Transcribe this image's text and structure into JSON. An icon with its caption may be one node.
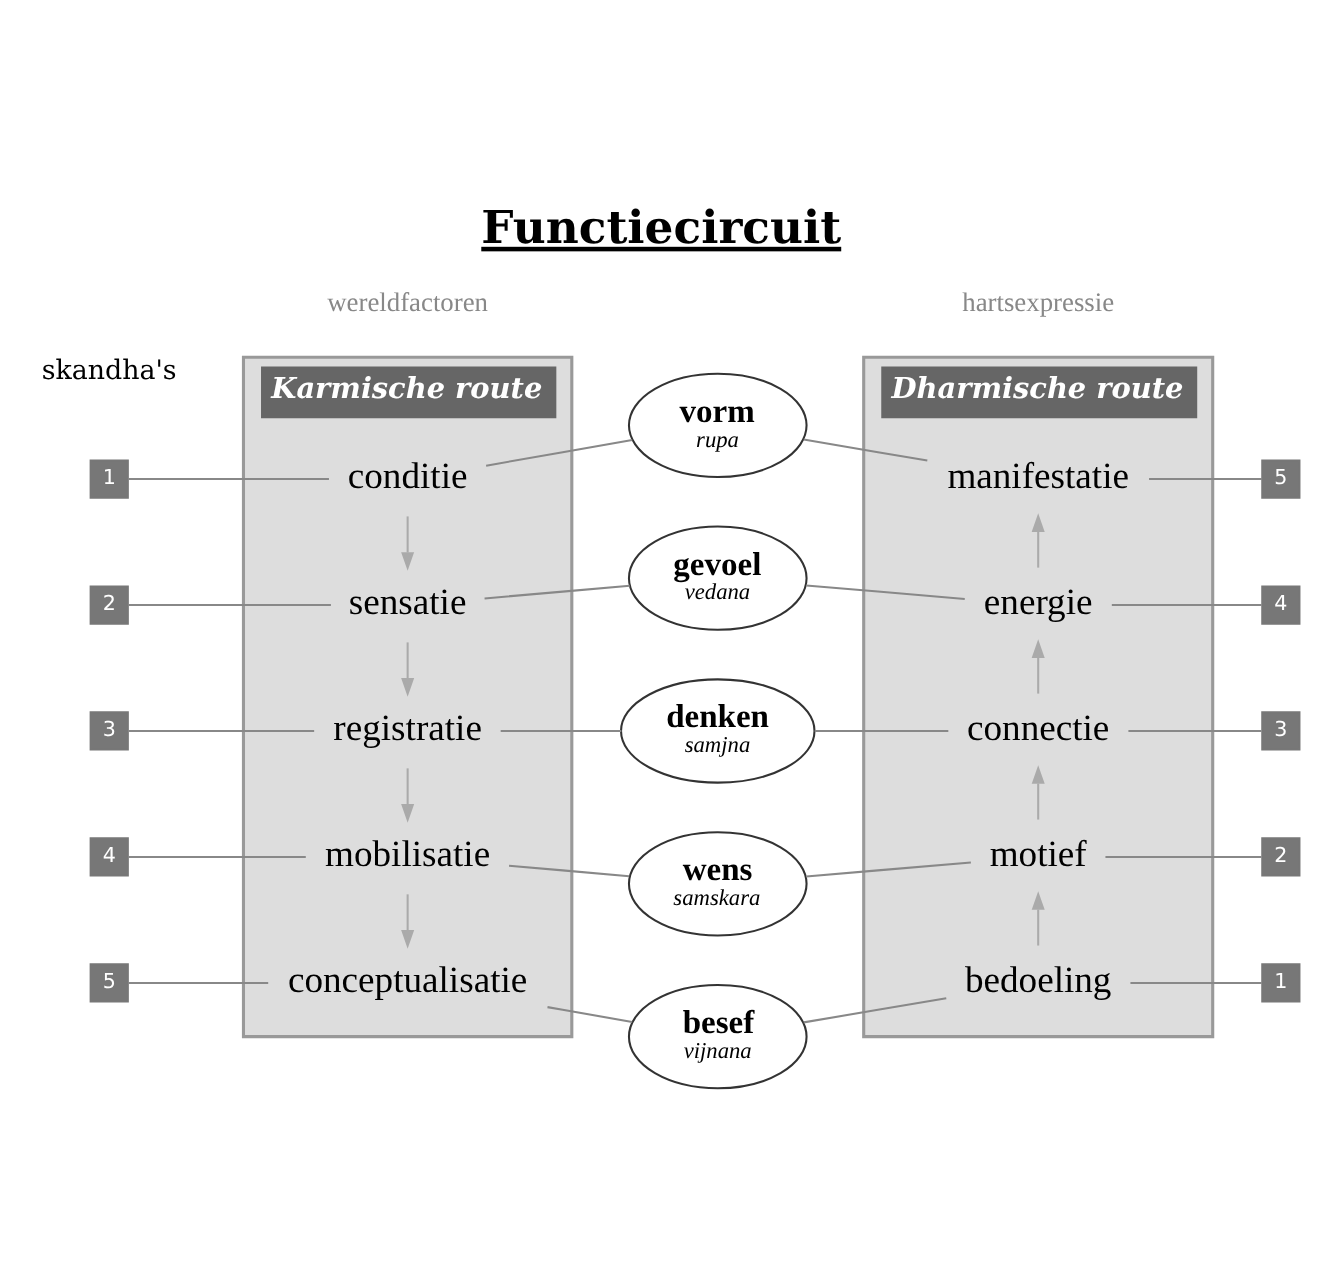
{
  "diagram": {
    "title": "Functiecircuit",
    "nodes": [
      {
        "text": [
          "Karmische route"
        ],
        "beside": [
          "wereldfactoren"
        ]
      },
      {
        "text": [
          "conditie"
        ],
        "in": 0
      },
      {
        "text": [
          "sensatie"
        ],
        "in": 0
      },
      {
        "text": [
          "registratie"
        ],
        "in": 0
      },
      {
        "text": [
          "mobilisatie"
        ],
        "in": 0
      },
      {
        "text": [
          "conceptualisatie"
        ],
        "in": 0
      },
      {
        "text": [
          "Dharmische route"
        ],
        "beside": [
          "hartsexpressie"
        ]
      },
      {
        "text": [
          "manifestatie"
        ],
        "in": 6
      },
      {
        "text": [
          "energie"
        ],
        "in": 6
      },
      {
        "text": [
          "connectie"
        ],
        "in": 6
      },
      {
        "text": [
          "motief"
        ],
        "in": 6
      },
      {
        "text": [
          "bedoeling"
        ],
        "in": 6
      },
      {
        "text": [
          "vorm",
          "rupa"
        ]
      },
      {
        "text": [
          "gevoel",
          "vedana"
        ]
      },
      {
        "text": [
          "denken",
          "samjna"
        ]
      },
      {
        "text": [
          "wens",
          "samskara"
        ]
      },
      {
        "text": [
          "besef",
          "vijnana"
        ]
      },
      {
        "text": [
          "1"
        ]
      },
      {
        "text": [
          "2"
        ]
      },
      {
        "text": [
          "3"
        ]
      },
      {
        "text": [
          "4"
        ]
      },
      {
        "text": [
          "5"
        ]
      },
      {
        "text": [
          "5"
        ]
      },
      {
        "text": [
          "4"
        ]
      },
      {
        "text": [
          "3"
        ]
      },
      {
        "text": [
          "2"
        ]
      },
      {
        "text": [
          "1"
        ]
      }
    ],
    "edges": [
      {
        "from": 17,
        "to": 1,
        "arrow": "none"
      },
      {
        "from": 18,
        "to": 2,
        "arrow": "none"
      },
      {
        "from": 19,
        "to": 3,
        "arrow": "none"
      },
      {
        "from": 20,
        "to": 4,
        "arrow": "none"
      },
      {
        "from": 21,
        "to": 5,
        "arrow": "none"
      },
      {
        "from": 1,
        "to": 12,
        "arrow": "none"
      },
      {
        "from": 2,
        "to": 13,
        "arrow": "none"
      },
      {
        "from": 3,
        "to": 14,
        "arrow": "none"
      },
      {
        "from": 4,
        "to": 15,
        "arrow": "none"
      },
      {
        "from": 5,
        "to": 16,
        "arrow": "none"
      },
      {
        "from": 12,
        "to": 7,
        "arrow": "none"
      },
      {
        "from": 13,
        "to": 8,
        "arrow": "none"
      },
      {
        "from": 14,
        "to": 9,
        "arrow": "none"
      },
      {
        "from": 15,
        "to": 10,
        "arrow": "none"
      },
      {
        "from": 16,
        "to": 11,
        "arrow": "none"
      },
      {
        "from": 7,
        "to": 22,
        "arrow": "none"
      },
      {
        "from": 8,
        "to": 23,
        "arrow": "none"
      },
      {
        "from": 9,
        "to": 24,
        "arrow": "none"
      },
      {
        "from": 10,
        "to": 25,
        "arrow": "none"
      },
      {
        "from": 11,
        "to": 26,
        "arrow": "none"
      },
      {
        "from": 1,
        "to": 2,
        "arrow": "to",
        "color": "#aaaaaa"
      },
      {
        "from": 2,
        "to": 3,
        "arrow": "to",
        "color": "#aaaaaa"
      },
      {
        "from": 3,
        "to": 4,
        "arrow": "to",
        "color": "#aaaaaa"
      },
      {
        "from": 4,
        "to": 5,
        "arrow": "to",
        "color": "#aaaaaa"
      },
      {
        "from": 11,
        "to": 10,
        "arrow": "to",
        "color": "#aaaaaa"
      },
      {
        "from": 10,
        "to": 9,
        "arrow": "to",
        "color": "#aaaaaa"
      },
      {
        "from": 9,
        "to": 8,
        "arrow": "to",
        "color": "#aaaaaa"
      },
      {
        "from": 8,
        "to": 7,
        "arrow": "to",
        "color": "#aaaaaa"
      }
    ],
    "labels": [
      "skandha's"
    ]
  }
}
